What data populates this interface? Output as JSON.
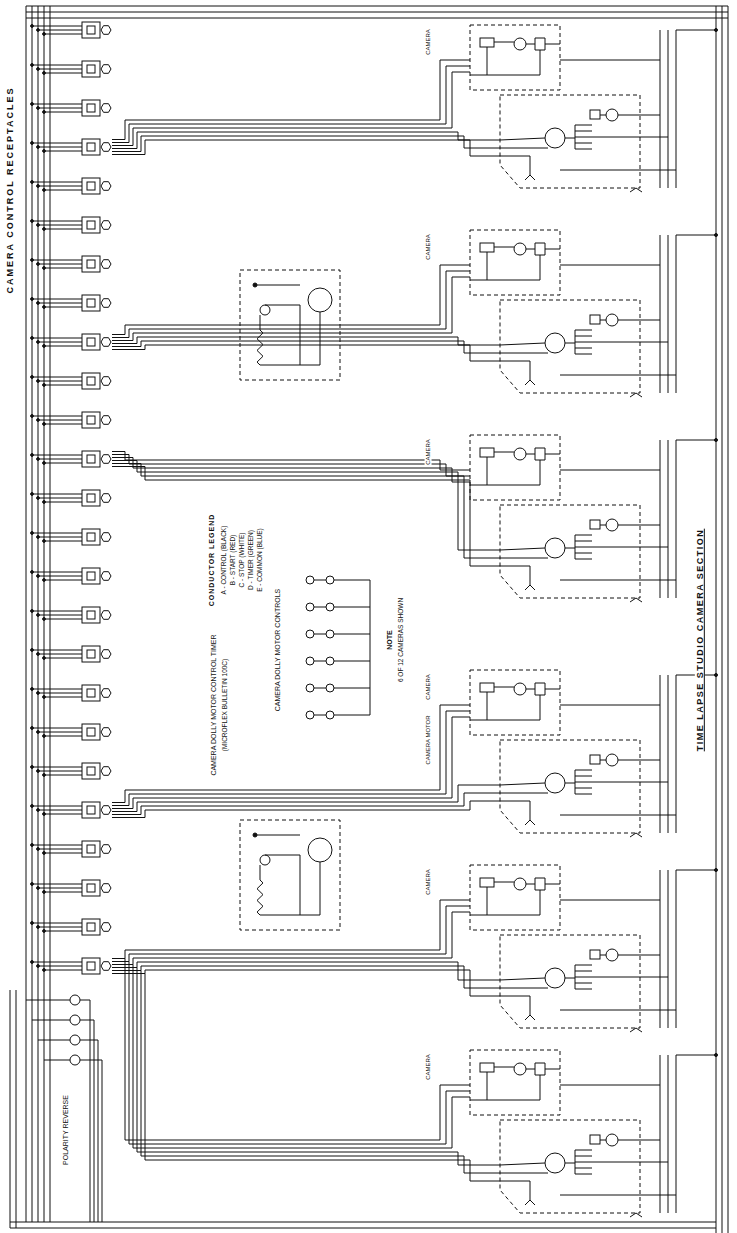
{
  "diagram": {
    "title": "CAMERA CONTROL RECEPTACLES",
    "caption": "TIME LAPSE STUDIO CAMERA SECTION",
    "labels": [
      "POLARITY REVERSE",
      "CONDUCTOR LEGEND",
      "A - CONTROL (BLACK)",
      "B - START (RED)",
      "C - STOP (WHITE)",
      "D - TIMER (GREEN)",
      "E - COMMON (BLUE)",
      "CAMERA DOLLY MOTOR CONTROL TIMER",
      "(MICROFLEX BULLETIN 100C)",
      "CAMERA DOLLY MOTOR CONTROLS",
      "NOTE",
      "6 OF 12 CAMERAS SHOWN",
      "CAMERA",
      "CAMERA",
      "CAMERA",
      "CAMERA",
      "CAMERA",
      "CAMERA",
      "CAMERA MOTOR"
    ]
  }
}
